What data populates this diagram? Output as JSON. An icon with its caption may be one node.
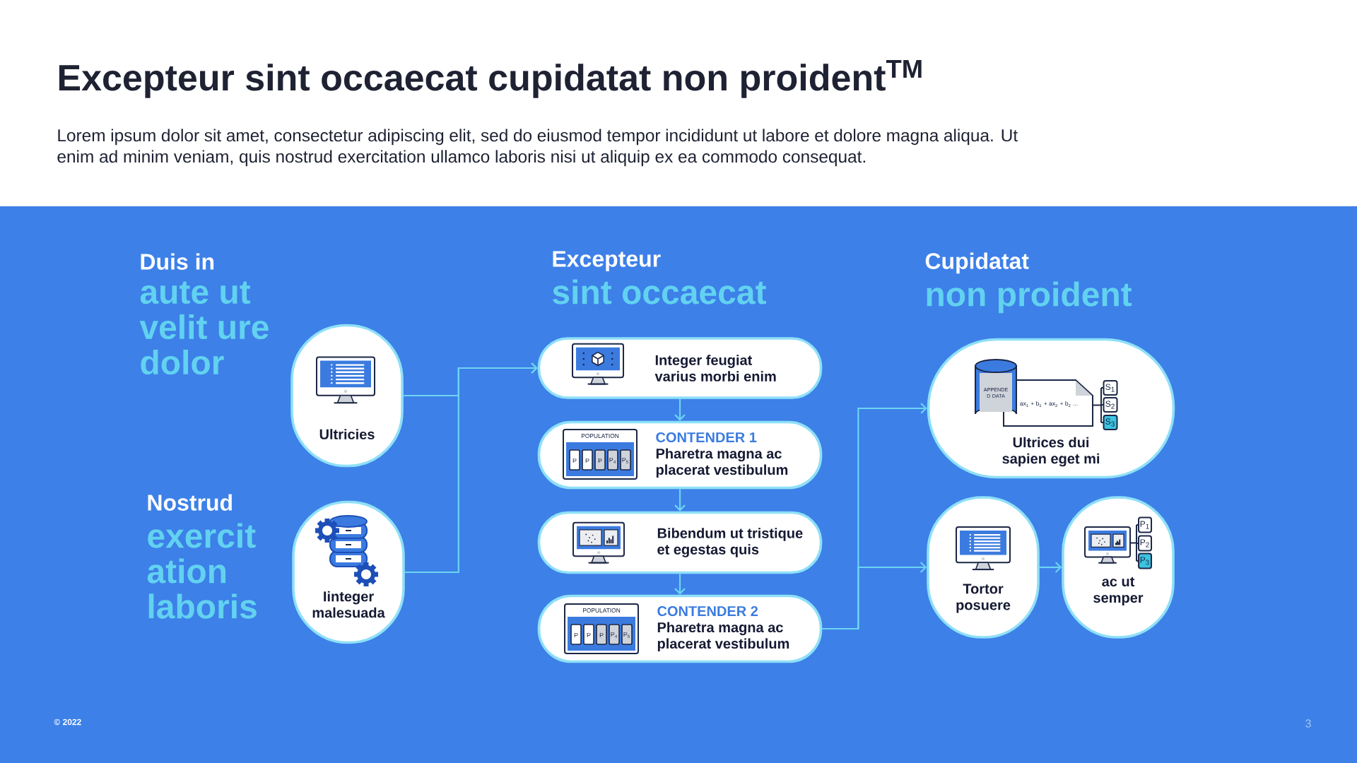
{
  "diagram": {
    "title": "Excepteur sint occaecat cupidatat non proident$^{TM}$",
    "nodes": [
      {
        "text": [
          "Ultricies"
        ]
      },
      {
        "text": [
          "Iinteger malesuada"
        ]
      },
      {
        "text": [
          "Integer feugiat varius morbi enim"
        ]
      },
      {
        "text": [
          "CONTENDER 1",
          "Pharetra magna ac placerat vestibulum"
        ]
      },
      {
        "text": [
          "Bibendum ut tristique et egestas quis"
        ]
      },
      {
        "text": [
          "CONTENDER 2",
          "Pharetra magna ac placerat vestibulum"
        ]
      },
      {
        "text": [
          "Ultrices dui sapien eget mi"
        ]
      },
      {
        "text": [
          "Tortor posuere"
        ]
      },
      {
        "text": [
          "ac ut semper"
        ]
      }
    ],
    "edges": [
      {
        "from": 0,
        "to": 2,
        "arrow": "to"
      },
      {
        "from": 1,
        "to": 2,
        "arrow": "to"
      },
      {
        "from": 2,
        "to": 3,
        "arrow": "to"
      },
      {
        "from": 3,
        "to": 4,
        "arrow": "to"
      },
      {
        "from": 4,
        "to": 5,
        "arrow": "to"
      },
      {
        "from": 5,
        "to": 6,
        "arrow": "to"
      },
      {
        "from": 5,
        "to": 7,
        "arrow": "to"
      },
      {
        "from": 7,
        "to": 8,
        "arrow": "to"
      }
    ],
    "labels": [
      "Lorem ipsum dolor sit amet, consectetur adipiscing elit, sed do eiusmod tempor incididunt ut labore et dolore magna aliqua. Ut enim ad minim veniam, quis nostrud exercitation ullamco laboris nisi ut aliquip ex ea commodo consequat.",
      "Duis in",
      "aute ut velit ure dolor",
      "Excepteur",
      "sint occaecat",
      "Cupidatat",
      "non proident",
      "Nostrud",
      "exercit ation laboris",
      "POPULATION",
      "P",
      "P",
      "P",
      "P$_{4}$",
      "P$_{5}$",
      "POPULATION",
      "P",
      "P",
      "P",
      "P$_{4}$",
      "P$_{5}$",
      "APPENDE D DATA",
      "ax$_{1}$ + b$_{1}$ + ax$_{2}$ + b$_{2}$ ...",
      "S$_{1}$",
      "S$_{2}$",
      "S$_{3}$",
      "P$_{1}$",
      "P$_{2}$",
      "P$_{3}$",
      "© 2022",
      "3"
    ]
  }
}
